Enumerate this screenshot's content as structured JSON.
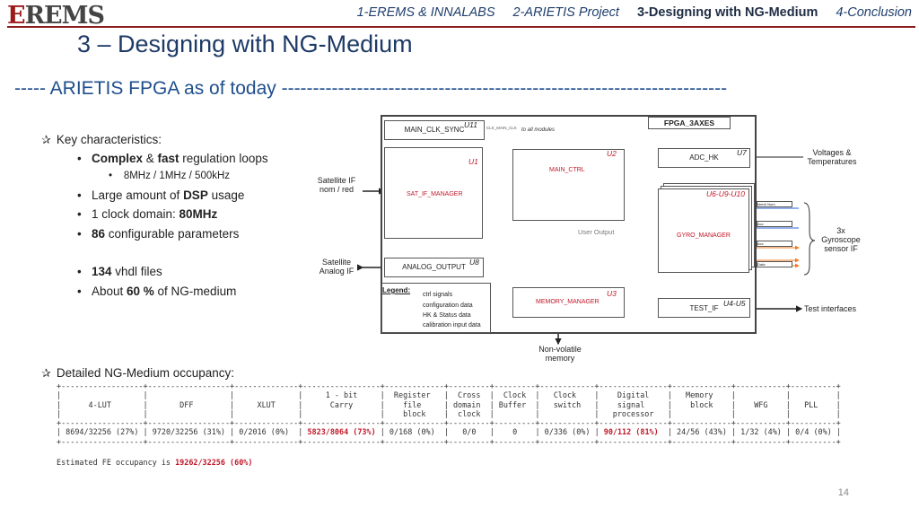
{
  "header": {
    "logo": "EREMS",
    "nav": [
      {
        "label": "1-EREMS & INNALABS",
        "active": false
      },
      {
        "label": "2-ARIETIS Project",
        "active": false
      },
      {
        "label": "3-Designing with NG-Medium",
        "active": true
      },
      {
        "label": "4-Conclusion",
        "active": false
      }
    ],
    "title": "3 – Designing with NG-Medium"
  },
  "subheading": "----- ARIETIS FPGA as of today -----------------------------------------------------------------------",
  "key_characteristics": {
    "heading": "Key characteristics:",
    "b1_bold1": "Complex",
    "b1_mid": " & ",
    "b1_bold2": "fast",
    "b1_rest": " regulation loops",
    "b1_sub": "8MHz / 1MHz / 500kHz",
    "b2_pre": "Large amount of ",
    "b2_bold": "DSP",
    "b2_rest": " usage",
    "b3_pre": "1 clock domain: ",
    "b3_bold": "80MHz",
    "b4_bold": "86",
    "b4_rest": " configurable parameters",
    "b5_bold": "134",
    "b5_rest": " vhdl files",
    "b6_pre": "About ",
    "b6_bold": "60 %",
    "b6_rest": " of NG-medium"
  },
  "detailed_heading": "Detailed NG-Medium occupancy:",
  "diagram": {
    "fpga_label": "FPGA_3AXES",
    "main_clk_sync": "MAIN_CLK_SYNC",
    "u11": "U11",
    "clk_label": "CLK_MAIN_CLK",
    "to_all_modules": "to all modules",
    "u2": "U2",
    "u1": "U1",
    "main_ctrl": "MAIN_CTRL",
    "sat_if_manager": "SAT_IF_MANAGER",
    "user_output": "User Output",
    "adc_hk": "ADC_HK",
    "u7": "U7",
    "gyro_ids": "U6-U9-U10",
    "gyro_manager": "GYRO_MANAGER",
    "gyro_port1": "Ident/ Num",
    "gyro_port2": "Acc",
    "gyro_port3": "Acc",
    "gyro_port4": "Data",
    "analog_output": "ANALOG_OUTPUT",
    "u8": "U8",
    "memory_manager": "MEMORY_MANAGER",
    "u3": "U3",
    "test_if": "TEST_IF",
    "u45": "U4-U5",
    "legend_title": "Legend:",
    "legend": [
      {
        "label": "ctrl signals",
        "color": "#222222"
      },
      {
        "label": "configuration data",
        "color": "#c040c8"
      },
      {
        "label": "HK & Status data",
        "color": "#2c5fd6"
      },
      {
        "label": "calibration input data",
        "color": "#2db36a"
      }
    ],
    "ext_sat_if_1": "Satellite IF",
    "ext_sat_if_2": "nom / red",
    "ext_sat_analog_1": "Satellite",
    "ext_sat_analog_2": "Analog IF",
    "ext_volt_1": "Voltages &",
    "ext_volt_2": "Temperatures",
    "ext_gyro_1": "3x",
    "ext_gyro_2": "Gyroscope",
    "ext_gyro_3": "sensor IF",
    "ext_test": "Test interfaces",
    "ext_nvm_1": "Non-volatile",
    "ext_nvm_2": "memory",
    "colors": {
      "ctrl": "#222222",
      "config": "#c040c8",
      "status": "#2c5fd6",
      "calib": "#2db36a",
      "gyro": "#f07820"
    }
  },
  "table": {
    "headers": [
      "4-LUT",
      "DFF",
      "XLUT",
      "1 - bit Carry",
      "Register file block",
      "Cross domain clock",
      "Clock Buffer",
      "Clock switch",
      "Digital signal processor",
      "Memory block",
      "WFG",
      "PLL"
    ],
    "values": [
      "8694/32256 (27%)",
      "9720/32256 (31%)",
      "0/2016 (0%)",
      "5823/8064 (73%)",
      "0/168 (0%)",
      "0/0",
      "0",
      "0/336 (0%)",
      "90/112 (81%)",
      "24/56 (43%)",
      "1/32 (4%)",
      "0/4 (0%)"
    ],
    "highlighted": [
      3,
      8
    ],
    "estimate_label": "Estimated FE occupancy is ",
    "estimate_value": "19262/32256 (60%)"
  },
  "page_number": "14"
}
